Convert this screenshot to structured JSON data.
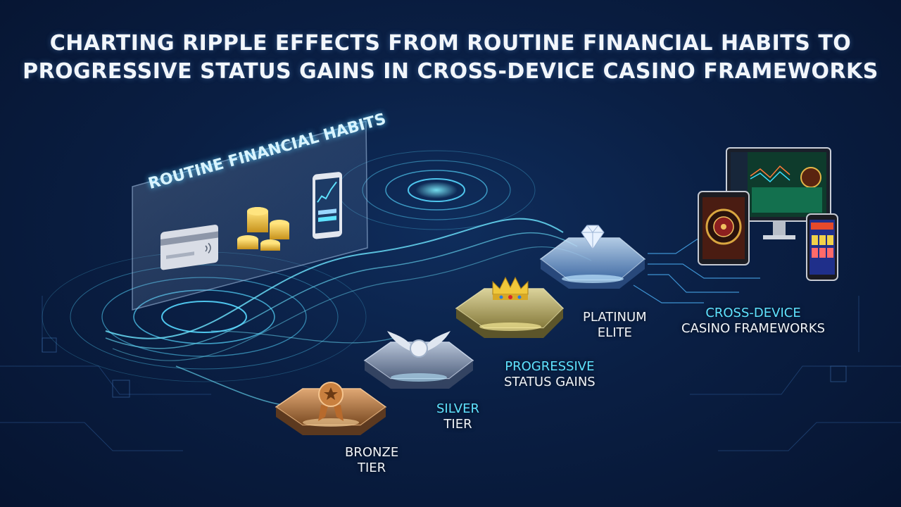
{
  "title": {
    "line1": "CHARTING RIPPLE EFFECTS FROM ROUTINE FINANCIAL HABITS TO",
    "line2": "PROGRESSIVE STATUS GAINS IN CROSS-DEVICE CASINO FRAMEWORKS"
  },
  "panel": {
    "title": "ROUTINE FINANCIAL HABITS"
  },
  "tiers": {
    "bronze": {
      "line1": "BRONZE",
      "line2": "TIER"
    },
    "silver": {
      "line1": "SILVER",
      "line2": "TIER"
    },
    "progressive": {
      "line1": "PROGRESSIVE",
      "line2": "STATUS GAINS"
    },
    "platinum": {
      "line1": "PLATINUM",
      "line2": "ELITE"
    }
  },
  "cross_device": {
    "line1": "CROSS-DEVICE",
    "line2": "CASINO FRAMEWORKS"
  },
  "icons": [
    "credit-card-icon",
    "coin-stack-icon",
    "smartphone-chart-icon",
    "medal-icon",
    "winged-emblem-icon",
    "crown-icon",
    "diamond-icon",
    "monitor-icon",
    "tablet-roulette-icon",
    "phone-slots-icon"
  ],
  "colors": {
    "accent": "#5fe3ff",
    "bronze": "#c98a4e",
    "gold": "#e8c24a",
    "background": "#0a1f44"
  }
}
